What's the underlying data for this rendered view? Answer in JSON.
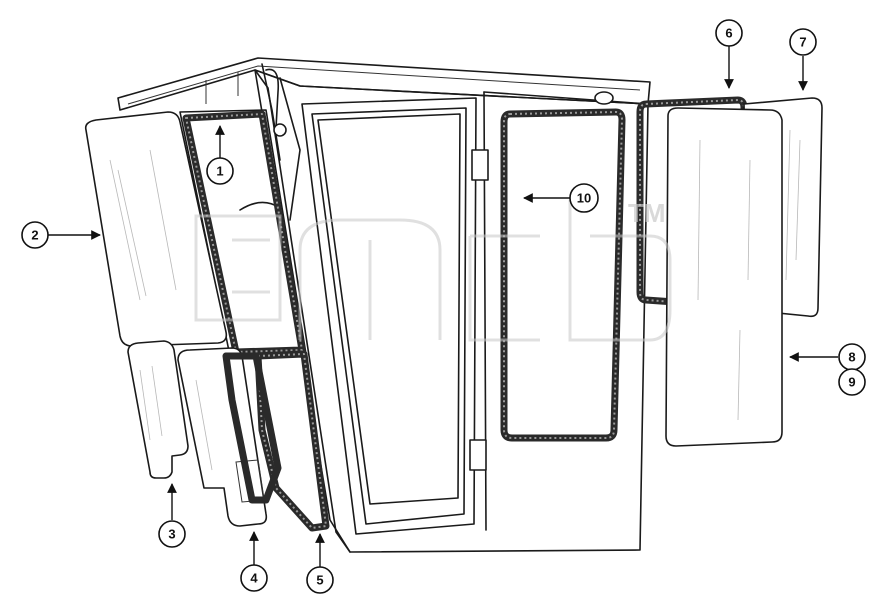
{
  "watermark": {
    "trademark": "TM"
  },
  "callouts": [
    {
      "id": "1",
      "label": "1"
    },
    {
      "id": "2",
      "label": "2"
    },
    {
      "id": "3",
      "label": "3"
    },
    {
      "id": "4",
      "label": "4"
    },
    {
      "id": "5",
      "label": "5"
    },
    {
      "id": "6",
      "label": "6"
    },
    {
      "id": "7",
      "label": "7"
    },
    {
      "id": "8",
      "label": "8"
    },
    {
      "id": "9",
      "label": "9"
    },
    {
      "id": "10",
      "label": "10"
    }
  ]
}
